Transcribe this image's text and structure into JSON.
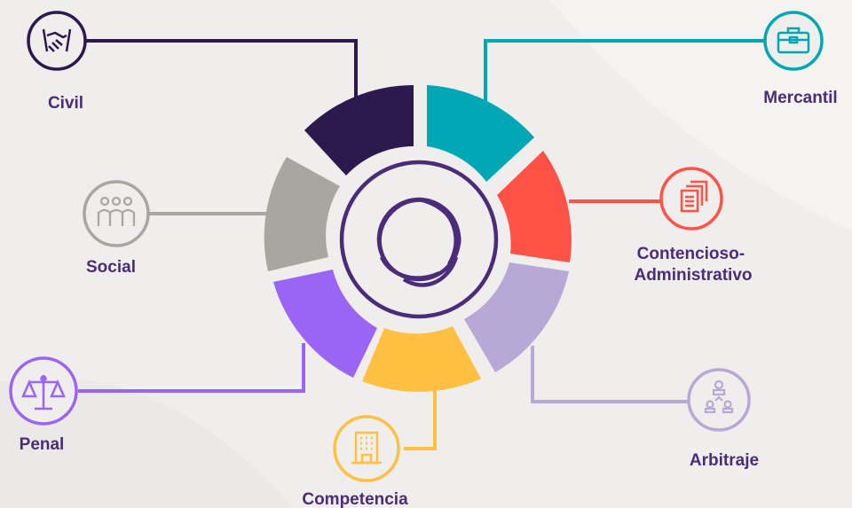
{
  "diagram": {
    "areas": [
      {
        "key": "civil",
        "lines": [
          "Civil"
        ],
        "color": "#2c1a4e",
        "icon": "handshake-icon"
      },
      {
        "key": "mercantil",
        "lines": [
          "Mercantil"
        ],
        "color": "#00a7b5",
        "icon": "briefcase-icon"
      },
      {
        "key": "contencioso",
        "lines": [
          "Contencioso-",
          "Administrativo"
        ],
        "color": "#ff5247",
        "icon": "documents-icon"
      },
      {
        "key": "arbitraje",
        "lines": [
          "Arbitraje"
        ],
        "color": "#b8a8d6",
        "icon": "org-chart-icon"
      },
      {
        "key": "competencia",
        "lines": [
          "Competencia"
        ],
        "color": "#ffc042",
        "icon": "building-icon"
      },
      {
        "key": "penal",
        "lines": [
          "Penal"
        ],
        "color": "#9a64f5",
        "icon": "scales-icon"
      },
      {
        "key": "social",
        "lines": [
          "Social"
        ],
        "color": "#a8a6a0",
        "icon": "people-group-icon"
      }
    ],
    "center": {
      "color": "#4a2c7a",
      "icon": "aperture-logo-icon"
    },
    "label_color": "#4a2c7a"
  }
}
